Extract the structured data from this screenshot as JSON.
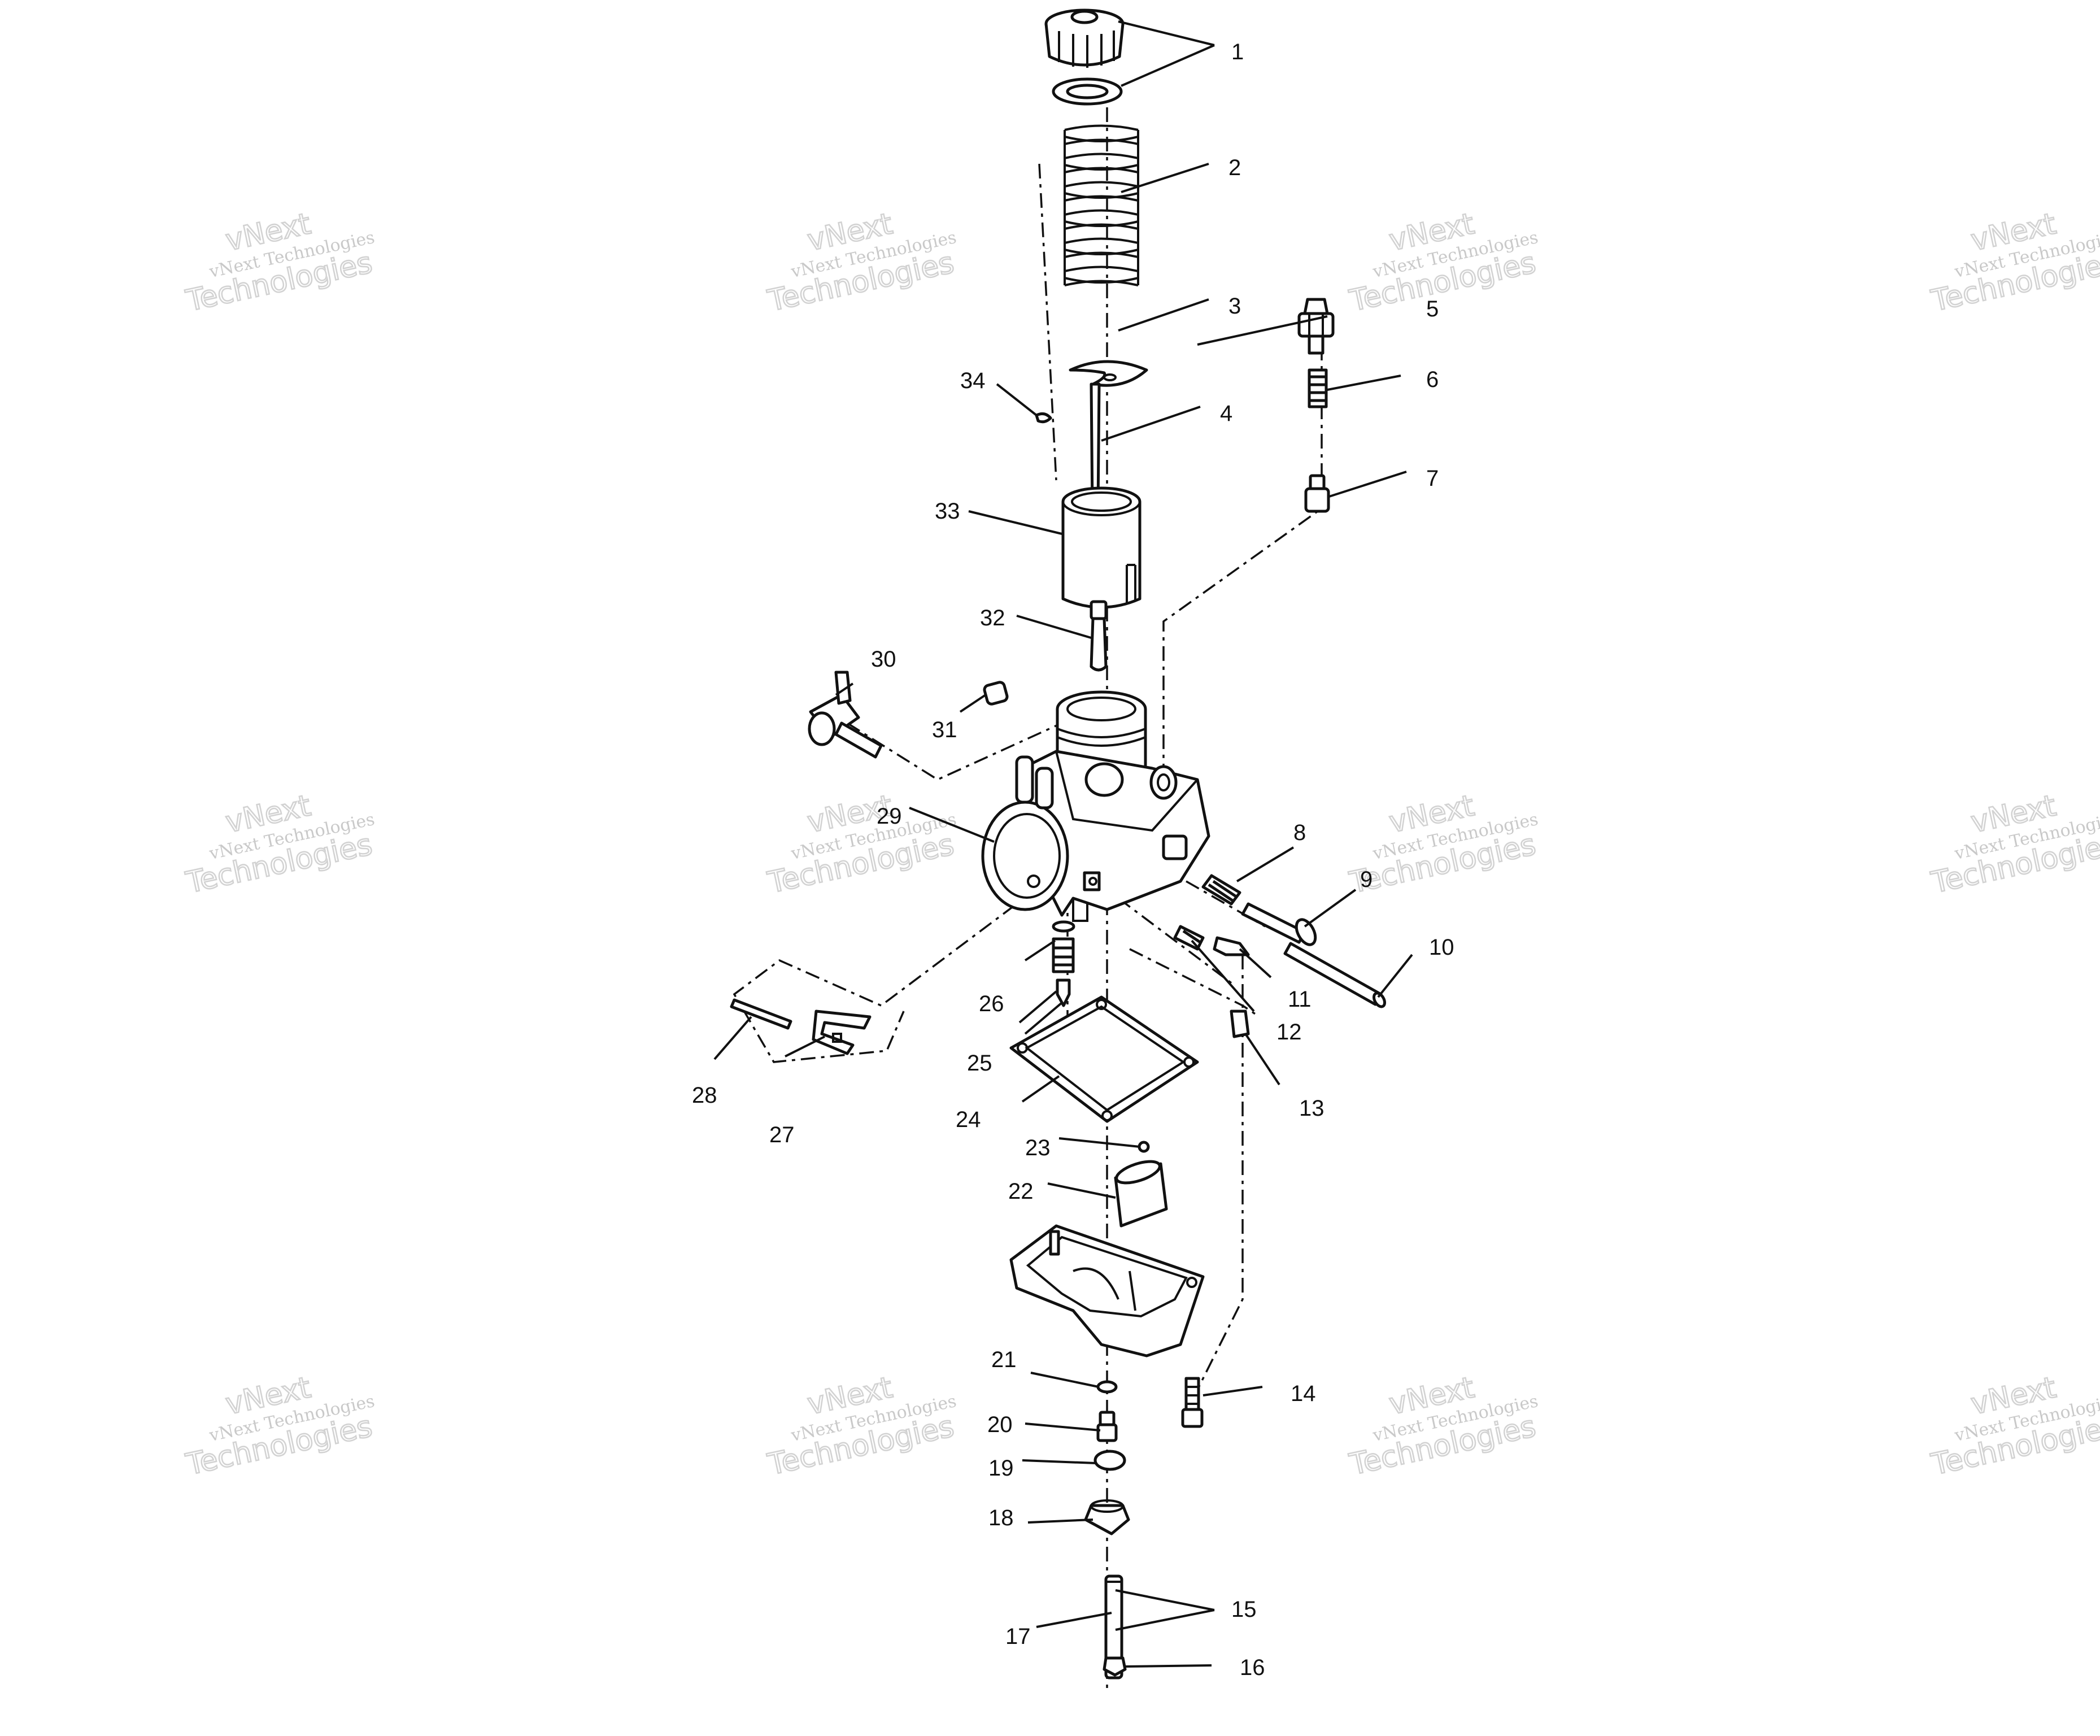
{
  "watermark": {
    "line1": "vNext Technologies",
    "line2": "vNext",
    "line3": "Technologies"
  },
  "callouts": {
    "c1": "1",
    "c2": "2",
    "c3": "3",
    "c4": "4",
    "c5": "5",
    "c6": "6",
    "c7": "7",
    "c8": "8",
    "c9": "9",
    "c10": "10",
    "c11": "11",
    "c12": "12",
    "c13": "13",
    "c14": "14",
    "c15": "15",
    "c16": "16",
    "c17": "17",
    "c18": "18",
    "c19": "19",
    "c20": "20",
    "c21": "21",
    "c22": "22",
    "c23": "23",
    "c24": "24",
    "c25": "25",
    "c26": "26",
    "c27": "27",
    "c28": "28",
    "c29": "29",
    "c30": "30",
    "c31": "31",
    "c32": "32",
    "c33": "33",
    "c34": "34"
  }
}
